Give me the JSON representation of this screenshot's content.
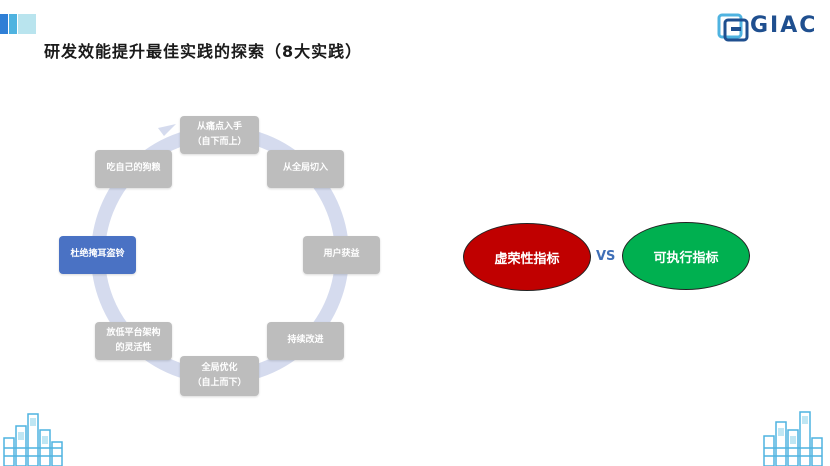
{
  "title": "研发效能提升最佳实践的探索（8大实践）",
  "logo": {
    "text": "GIAC"
  },
  "cycle": {
    "nodes": [
      {
        "lines": [
          "从痛点入手",
          "（自下而上）"
        ],
        "active": false
      },
      {
        "lines": [
          "从全局切入"
        ],
        "active": false
      },
      {
        "lines": [
          "用户获益"
        ],
        "active": false
      },
      {
        "lines": [
          "持续改进"
        ],
        "active": false
      },
      {
        "lines": [
          "全局优化",
          "（自上而下）"
        ],
        "active": false
      },
      {
        "lines": [
          "放低平台架构",
          "的灵活性"
        ],
        "active": false
      },
      {
        "lines": [
          "杜绝掩耳盗铃"
        ],
        "active": true
      },
      {
        "lines": [
          "吃自己的狗粮"
        ],
        "active": false
      }
    ]
  },
  "comparison": {
    "left": "虚荣性指标",
    "vs": "VS",
    "right": "可执行指标"
  },
  "colors": {
    "node": "#bdbdbd",
    "node_active": "#4a72c4",
    "ring": "#d5dbee",
    "left_oval": "#c00000",
    "right_oval": "#00b050",
    "vs": "#3f6fb7"
  }
}
